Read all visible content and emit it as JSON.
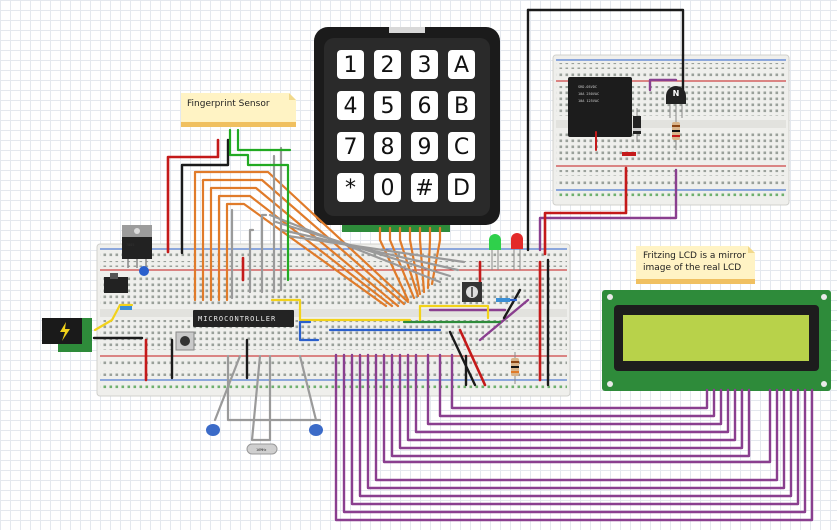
{
  "notes": {
    "fingerprint": "Fingerprint Sensor",
    "lcd_line1": "Fritzing LCD is a mirror",
    "lcd_line2": "image of the real LCD"
  },
  "keypad": {
    "keys": [
      "1",
      "2",
      "3",
      "A",
      "4",
      "5",
      "6",
      "B",
      "7",
      "8",
      "9",
      "C",
      "*",
      "0",
      "#",
      "D"
    ]
  },
  "breadboard": {
    "chip_label": "MICROCONTROLLER"
  },
  "relay": {
    "transistor_label": "N"
  },
  "colors": {
    "wire_orange": "#e07b2a",
    "wire_gray": "#9a9a9a",
    "wire_purple": "#8a3f8f",
    "wire_red": "#c41a1a",
    "wire_black": "#1a1a1a",
    "wire_green": "#22aa22",
    "wire_yellow": "#f2d21a",
    "wire_blue": "#2a5fcc",
    "lcd_screen": "#b8d24a",
    "note_bg": "#fff3c4"
  }
}
